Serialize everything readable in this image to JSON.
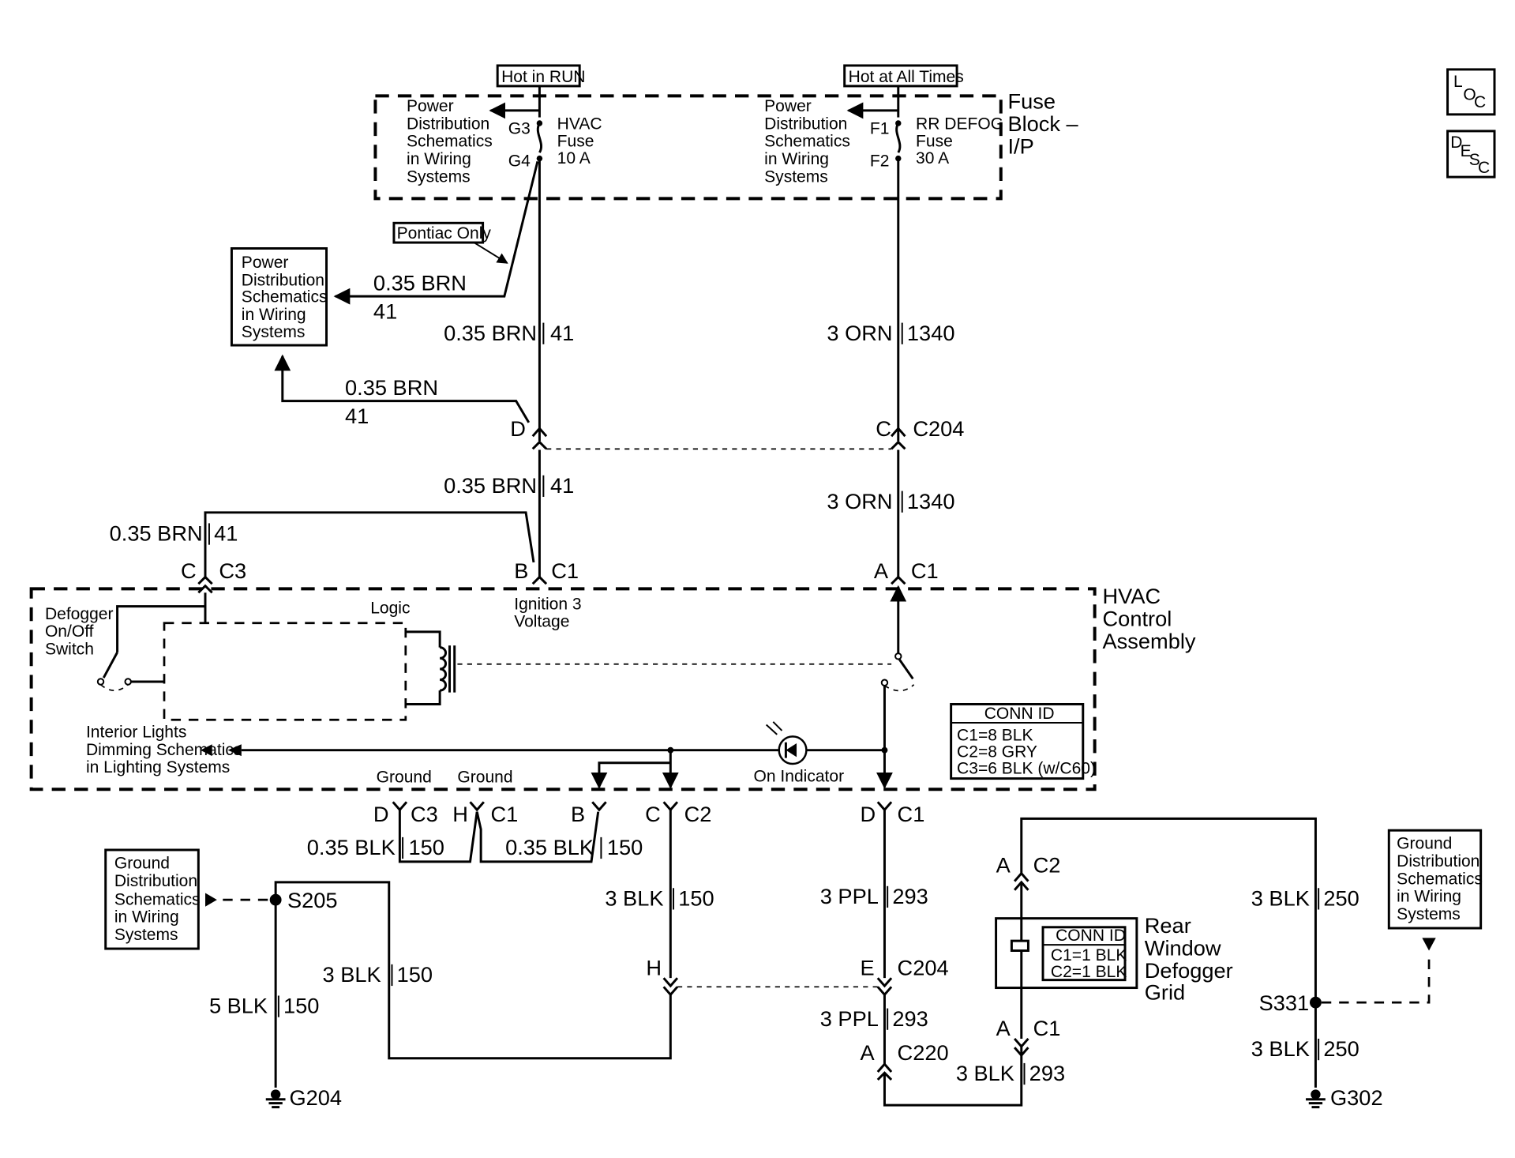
{
  "power_sources": {
    "hot_in_run": "Hot in RUN",
    "hot_at_all_times": "Hot at All Times"
  },
  "fuse_block": {
    "title_lines": [
      "Fuse",
      "Block –",
      "I/P"
    ],
    "pd_ref_lines": [
      "Power",
      "Distribution",
      "Schematics",
      "in Wiring",
      "Systems"
    ],
    "hvac_fuse": {
      "pin_top": "G3",
      "pin_bottom": "G4",
      "lines": [
        "HVAC",
        "Fuse",
        "10 A"
      ]
    },
    "rr_defog_fuse": {
      "pin_top": "F1",
      "pin_bottom": "F2",
      "lines": [
        "RR DEFOG",
        "Fuse",
        "30 A"
      ]
    }
  },
  "pontiac_only": "Pontiac Only",
  "pd_box_lines": [
    "Power",
    "Distribution",
    "Schematics",
    "in Wiring",
    "Systems"
  ],
  "wires": {
    "brn_size": "0.35 BRN",
    "brn_circuit": "41",
    "orn_size": "3 ORN",
    "orn_circuit": "1340",
    "blk_small_size": "0.35 BLK",
    "blk_size": "3 BLK",
    "blk5_size": "5 BLK",
    "blk_circuit": "150",
    "ppl_size": "3 PPL",
    "ppl_circuit": "293",
    "blk250_circuit": "250"
  },
  "connectors": {
    "c204": "C204",
    "c1": "C1",
    "c2": "C2",
    "c3": "C3",
    "c220": "C220",
    "pin_a": "A",
    "pin_b": "B",
    "pin_c": "C",
    "pin_d": "D",
    "pin_e": "E",
    "pin_h": "H"
  },
  "hvac_control": {
    "title_lines": [
      "HVAC",
      "Control",
      "Assembly"
    ],
    "defogger_switch_lines": [
      "Defogger",
      "On/Off",
      "Switch"
    ],
    "logic": "Logic",
    "ignition_lines": [
      "Ignition 3",
      "Voltage"
    ],
    "interior_lines": [
      "Interior Lights",
      "Dimming Schematics",
      "in Lighting Systems"
    ],
    "ground": "Ground",
    "on_indicator": "On Indicator"
  },
  "conn_id_hvac": {
    "title": "CONN ID",
    "rows": [
      "C1=8 BLK",
      "C2=8 GRY",
      "C3=6 BLK (w/C60)"
    ]
  },
  "rear_defogger": {
    "title_lines": [
      "Rear",
      "Window",
      "Defogger",
      "Grid"
    ],
    "conn_title": "CONN ID",
    "conn_rows": [
      "C1=1 BLK",
      "C2=1 BLK"
    ]
  },
  "gd_box_lines": [
    "Ground",
    "Distribution",
    "Schematics",
    "in Wiring",
    "Systems"
  ],
  "splices": {
    "s205": "S205",
    "s331": "S331"
  },
  "grounds": {
    "g204": "G204",
    "g302": "G302"
  },
  "legend_icons": {
    "loc": {
      "letters": [
        "L",
        "O",
        "C"
      ],
      "icon": "location-icon"
    },
    "desc": {
      "letters": [
        "D",
        "E",
        "S",
        "C"
      ],
      "icon": "description-icon"
    }
  }
}
